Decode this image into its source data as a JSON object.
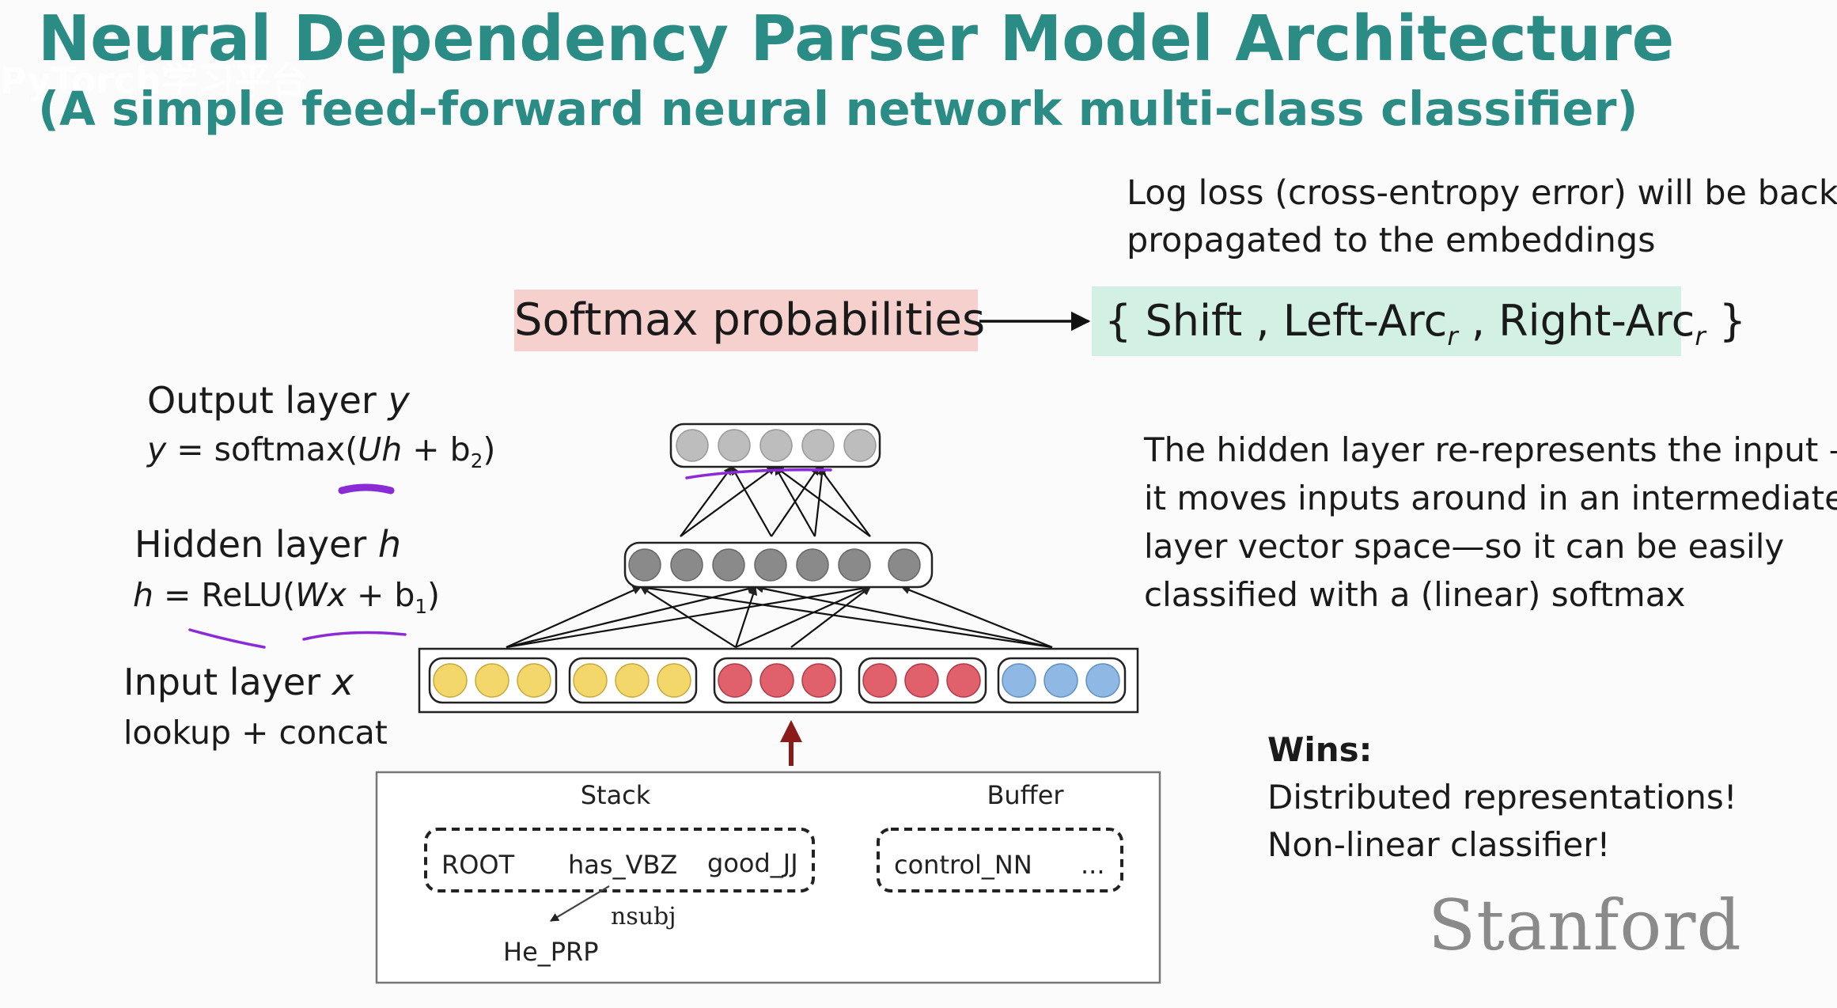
{
  "slide": {
    "title": "Neural Dependency Parser Model Architecture",
    "subtitle": "(A simple feed-forward neural network multi-class classifier)",
    "loss_note_line1": "Log loss (cross-entropy error) will be back-",
    "loss_note_line2": "propagated to the embeddings",
    "softmax_label": "Softmax probabilities",
    "classes": {
      "open": "{ ",
      "shift": "Shift",
      "sep1": " , ",
      "left_arc": "Left-Arc",
      "sep2": " , ",
      "right_arc": "Right-Arc",
      "subscript": "r",
      "close": " }"
    },
    "output_layer": {
      "title": "Output layer ",
      "var": "y",
      "eq_lhs": "y",
      "eq_rhs": " = softmax(",
      "eq_U": "Uh",
      "eq_plus": " + b",
      "eq_sub": "2",
      "eq_end": ")"
    },
    "hidden_layer": {
      "title": "Hidden layer ",
      "var": "h",
      "eq_lhs": "h",
      "eq_rhs": " = ReLU(",
      "eq_W": "Wx",
      "eq_plus": " + b",
      "eq_sub": "1",
      "eq_end": ")"
    },
    "input_layer": {
      "title": "Input layer ",
      "var": "x",
      "sub": "lookup + concat"
    },
    "hidden_note": [
      "The hidden layer re-represents the input —",
      "it moves inputs around in an intermediate",
      "layer vector space—so it can be easily",
      "classified with a (linear) softmax"
    ],
    "wins": {
      "title": "Wins:",
      "line1": "Distributed representations!",
      "line2": "Non-linear classifier!"
    },
    "logo": "Stanford",
    "watermark": "PyTorch学习平台"
  },
  "parser_state": {
    "stack_label": "Stack",
    "buffer_label": "Buffer",
    "stack_tokens": [
      "ROOT",
      "has_VBZ",
      "good_JJ"
    ],
    "buffer_tokens": [
      "control_NN",
      "..."
    ],
    "dependent": "He_PRP",
    "arc_label": "nsubj"
  },
  "network": {
    "colors": {
      "yellow": "#f3d76b",
      "red": "#e0606c",
      "blue": "#8fb9e4",
      "hidden": "#8a8a8a",
      "output": "#bdbdbd",
      "arrow_up": "#8b1a1a",
      "annotation": "#8a2bd6"
    }
  }
}
